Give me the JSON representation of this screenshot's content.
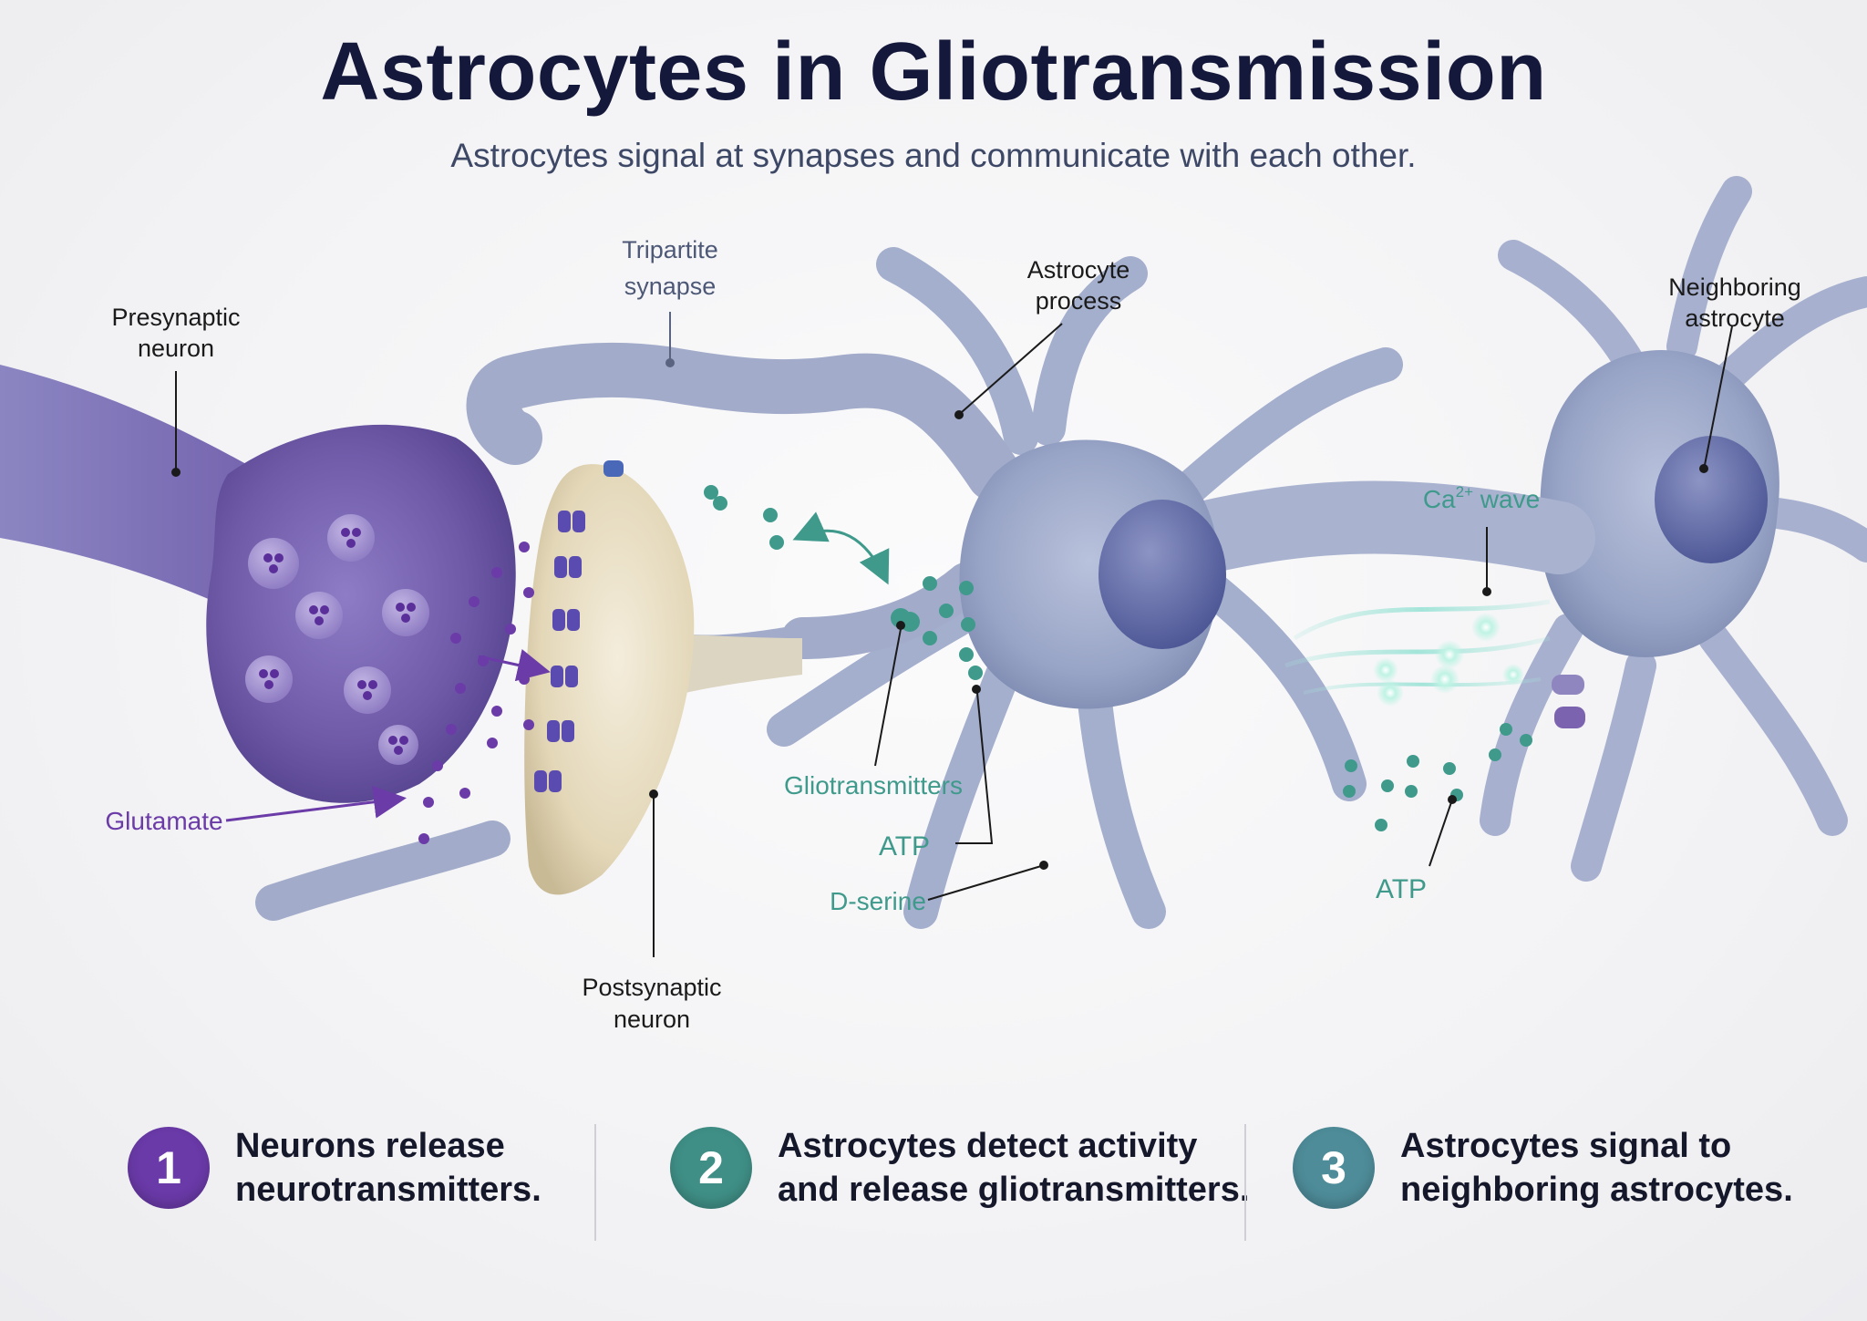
{
  "header": {
    "title": "Astrocytes in Gliotransmission",
    "subtitle": "Astrocytes signal at synapses and communicate with each other."
  },
  "labels": {
    "tripartite": [
      "Tripartite",
      "synapse"
    ],
    "astrocyte_process": [
      "Astrocyte",
      "process"
    ],
    "neighboring": [
      "Neighboring",
      "astrocyte"
    ],
    "presynaptic": [
      "Presynaptic",
      "neuron"
    ],
    "postsynaptic": [
      "Postsynaptic",
      "neuron"
    ],
    "glutamate": "Glutamate",
    "gliotransmitters": "Gliotransmitters",
    "atp_center": "ATP",
    "dserine": "D-serine",
    "atp_right": "ATP",
    "ca_wave_prefix": "Ca",
    "ca_wave_sup": "2+",
    "ca_wave_suffix": " wave"
  },
  "steps": [
    {
      "number": "1",
      "text": "Neurons release\nneurotransmitters.",
      "color": "#6a3aa8"
    },
    {
      "number": "2",
      "text": "Astrocytes detect activity\nand release gliotransmitters.",
      "color": "#3f8f86"
    },
    {
      "number": "3",
      "text": "Astrocytes signal to\nneighboring astrocytes.",
      "color": "#4e8c99"
    }
  ],
  "colors": {
    "neuron_purple": "#7a64b4",
    "astrocyte_blue": "#9aa6c6",
    "postsynaptic_cream": "#e6dcc2",
    "glutamate_purple": "#6b3ba8",
    "gliotransmitter_teal": "#3f9a8c"
  }
}
